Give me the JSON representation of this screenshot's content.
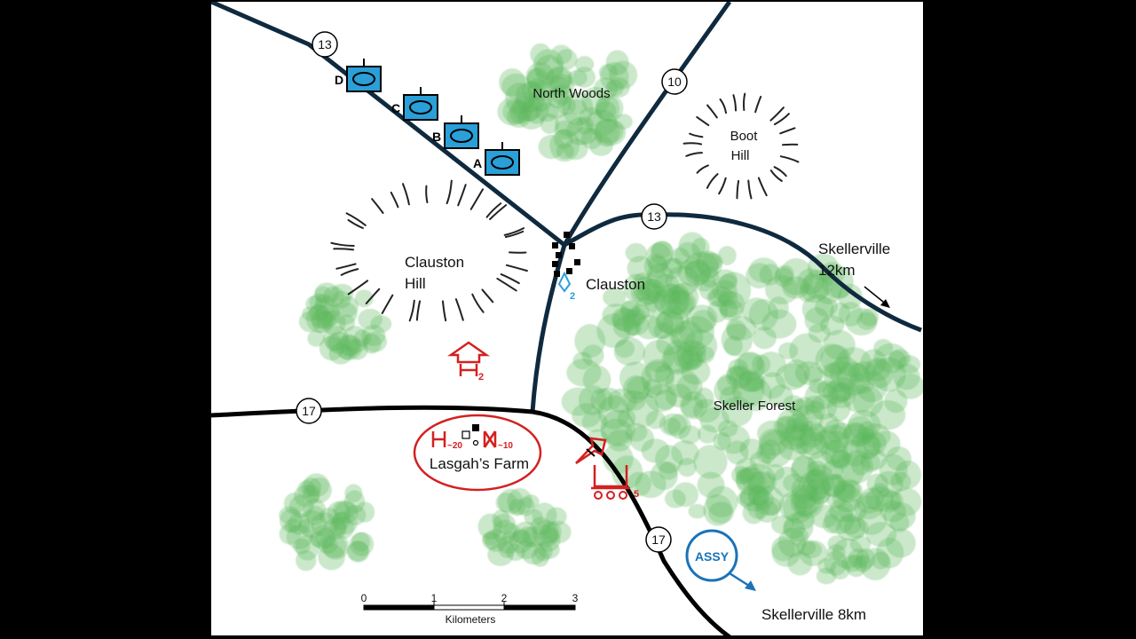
{
  "map": {
    "features": {
      "north_woods": "North Woods",
      "boot_hill_line1": "Boot",
      "boot_hill_line2": "Hill",
      "clauston_hill_line1": "Clauston",
      "clauston_hill_line2": "Hill",
      "clauston": "Clauston",
      "skeller_forest": "Skeller Forest",
      "lasgahs_farm": "Lasgah’s Farm",
      "skellerville_ne_line1": "Skellerville",
      "skellerville_ne_line2": "12km",
      "skellerville_se": "Skellerville 8km"
    },
    "roads": {
      "r13_north": "13",
      "r10": "10",
      "r13_east": "13",
      "r17_west": "17",
      "r17_south": "17"
    },
    "units": {
      "tank_labels": [
        "D",
        "C",
        "B",
        "A"
      ],
      "clauston_marker_sub": "2",
      "enemy_unit_sub": "2",
      "farm_left_count": "~20",
      "farm_right_count": "~10",
      "wagon_count": "5",
      "assembly_label": "ASSY"
    },
    "scale_bar": {
      "ticks": [
        "0",
        "1",
        "2",
        "3"
      ],
      "unit_label": "Kilometers"
    },
    "colors": {
      "road": "#0f2a3f",
      "road_17": "#000000",
      "forest": "#5cb85c",
      "friendly": "#2a9fd8",
      "enemy": "#d42020",
      "assembly": "#1a73b8"
    }
  }
}
